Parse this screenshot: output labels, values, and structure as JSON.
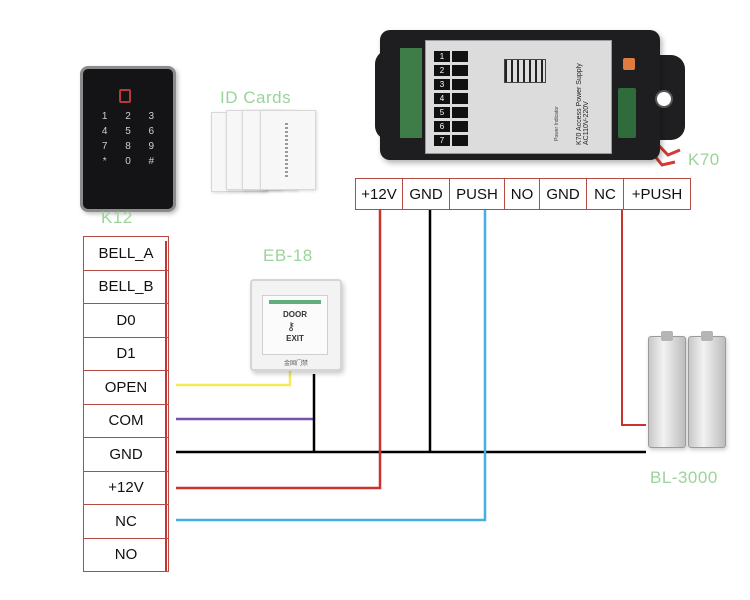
{
  "labels": {
    "keypad": "K12",
    "cards": "ID Cards",
    "exit_button": "EB-18",
    "power_supply": "K70",
    "lock": "BL-3000"
  },
  "keypad_keys": [
    "1",
    "2",
    "3",
    "4",
    "5",
    "6",
    "7",
    "8",
    "9",
    "*",
    "0",
    "#"
  ],
  "exit_button_text": {
    "line1": "DOOR",
    "line2": "EXIT",
    "brand": "金固门禁"
  },
  "psu_face": {
    "terminals": [
      "1",
      "2",
      "3",
      "4",
      "5",
      "6",
      "7"
    ],
    "title": "K70 Access Power Supply",
    "voltage": "AC110V-220V",
    "sub": "Power Indicator"
  },
  "controller_terminals": [
    "BELL_A",
    "BELL_B",
    "D0",
    "D1",
    "OPEN",
    "COM",
    "GND",
    "+12V",
    "NC",
    "NO"
  ],
  "power_supply_terminals": [
    "+12V",
    "GND",
    "PUSH",
    "NO",
    "GND",
    "NC",
    "+PUSH"
  ],
  "wire_colors": {
    "open": "#f4ea5a",
    "com": "#7a4fb0",
    "gnd": "#000000",
    "power": "#c8332d",
    "nc": "#43b0e0",
    "table_border": "#b84a44"
  }
}
